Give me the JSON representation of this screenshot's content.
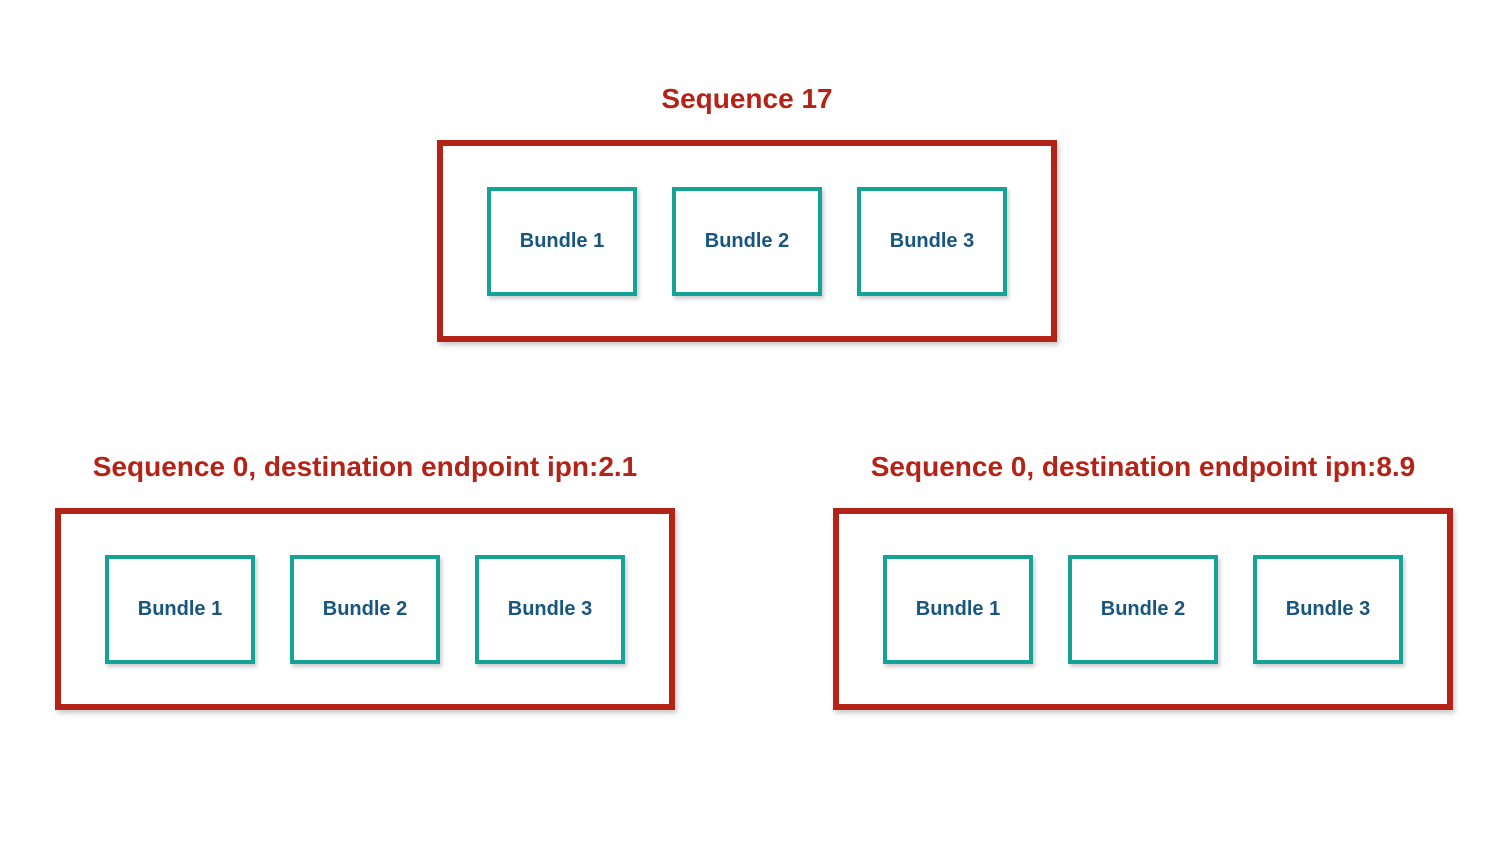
{
  "diagram": {
    "colors": {
      "sequence_red": "#B42318",
      "bundle_teal": "#14A396",
      "bundle_text_blue": "#17567F"
    },
    "groups": [
      {
        "title": "Sequence 17",
        "bundles": [
          "Bundle 1",
          "Bundle 2",
          "Bundle 3"
        ]
      },
      {
        "title": "Sequence 0, destination endpoint ipn:2.1",
        "bundles": [
          "Bundle 1",
          "Bundle 2",
          "Bundle 3"
        ]
      },
      {
        "title": "Sequence 0, destination endpoint ipn:8.9",
        "bundles": [
          "Bundle 1",
          "Bundle 2",
          "Bundle 3"
        ]
      }
    ]
  }
}
